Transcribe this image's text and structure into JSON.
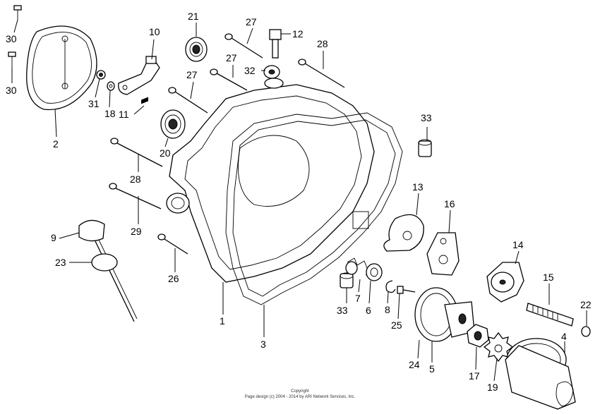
{
  "callouts": [
    {
      "id": "c30a",
      "label": "30"
    },
    {
      "id": "c30b",
      "label": "30"
    },
    {
      "id": "c2",
      "label": "2"
    },
    {
      "id": "c31",
      "label": "31"
    },
    {
      "id": "c18",
      "label": "18"
    },
    {
      "id": "c10",
      "label": "10"
    },
    {
      "id": "c11",
      "label": "11"
    },
    {
      "id": "c21",
      "label": "21"
    },
    {
      "id": "c20",
      "label": "20"
    },
    {
      "id": "c27a",
      "label": "27"
    },
    {
      "id": "c27b",
      "label": "27"
    },
    {
      "id": "c27c",
      "label": "27"
    },
    {
      "id": "c12",
      "label": "12"
    },
    {
      "id": "c32",
      "label": "32"
    },
    {
      "id": "c28a",
      "label": "28"
    },
    {
      "id": "c28b",
      "label": "28"
    },
    {
      "id": "c29",
      "label": "29"
    },
    {
      "id": "c9",
      "label": "9"
    },
    {
      "id": "c23",
      "label": "23"
    },
    {
      "id": "c26",
      "label": "26"
    },
    {
      "id": "c1",
      "label": "1"
    },
    {
      "id": "c3",
      "label": "3"
    },
    {
      "id": "c33a",
      "label": "33"
    },
    {
      "id": "c33b",
      "label": "33"
    },
    {
      "id": "c7",
      "label": "7"
    },
    {
      "id": "c6",
      "label": "6"
    },
    {
      "id": "c8",
      "label": "8"
    },
    {
      "id": "c25",
      "label": "25"
    },
    {
      "id": "c13",
      "label": "13"
    },
    {
      "id": "c16",
      "label": "16"
    },
    {
      "id": "c14",
      "label": "14"
    },
    {
      "id": "c15",
      "label": "15"
    },
    {
      "id": "c22",
      "label": "22"
    },
    {
      "id": "c24",
      "label": "24"
    },
    {
      "id": "c5",
      "label": "5"
    },
    {
      "id": "c17",
      "label": "17"
    },
    {
      "id": "c19",
      "label": "19"
    },
    {
      "id": "c4",
      "label": "4"
    }
  ],
  "footer": {
    "line1": "Copyright",
    "line2": "Page design (c) 2004 - 2014 by ARI Network Services, Inc."
  }
}
